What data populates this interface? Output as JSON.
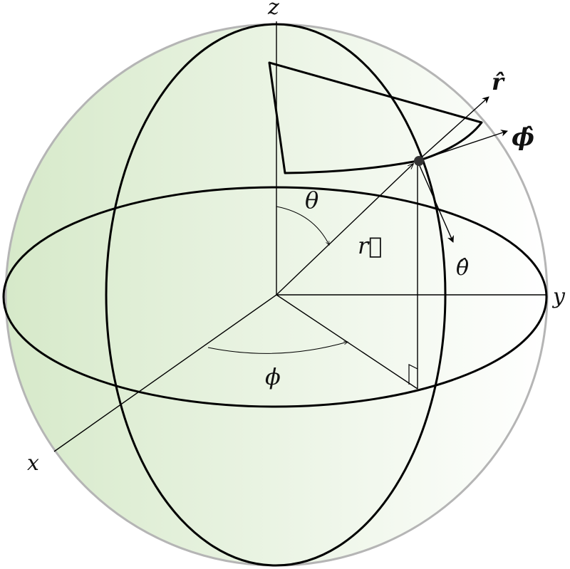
{
  "labels": {
    "z_axis": "z",
    "y_axis": "y",
    "x_axis": "x",
    "theta_angle": "θ",
    "phi_angle": "ϕ",
    "r_vector": "r⃗",
    "r_hat": "r̂",
    "phi_hat": "ϕ̂",
    "theta_hat": "θ̂"
  },
  "colors": {
    "sphere_fill_left": "#d6e9c9",
    "sphere_fill_right": "#ffffff",
    "sphere_outline": "#b5b5b5",
    "stroke": "#000000",
    "point": "#333333"
  }
}
